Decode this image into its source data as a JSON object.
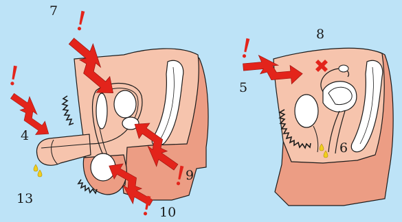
{
  "labels": {
    "n4": "4",
    "n5": "5",
    "n6": "6",
    "n7": "7",
    "n8": "8",
    "n9": "9",
    "n10": "10",
    "n13": "13"
  },
  "colors": {
    "background": "#bde3f7",
    "skin": "#f6c4ad",
    "skin_dark": "#ec9d84",
    "organ_fill": "#ffffff",
    "outline": "#1a1a1a",
    "arrow": "#e3241b",
    "exclamation": "#e3241b",
    "drop": "#f2cf1d",
    "cross": "#e3241b"
  }
}
